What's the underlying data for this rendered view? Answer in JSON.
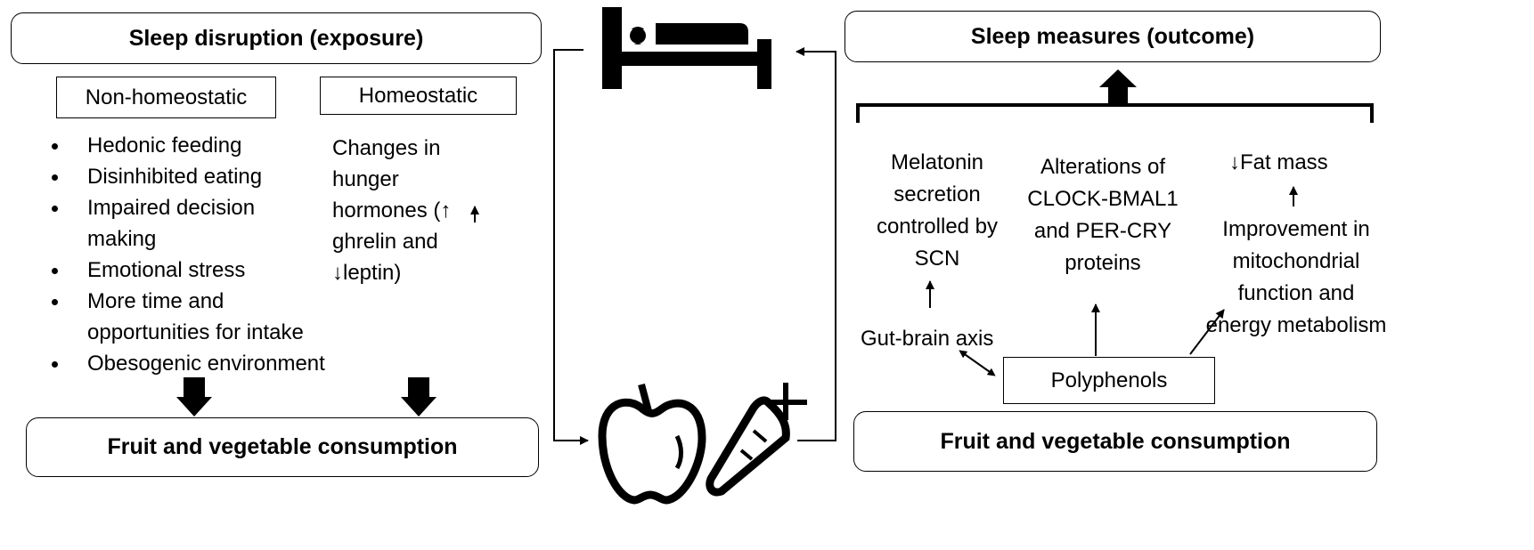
{
  "left": {
    "exposure_title": "Sleep disruption (exposure)",
    "non_homeostatic_label": "Non-homeostatic",
    "homeostatic_label": "Homeostatic",
    "non_homeostatic_items": [
      "Hedonic feeding",
      "Disinhibited eating",
      "Impaired decision making",
      "Emotional stress",
      "More time and opportunities for intake",
      "Obesogenic environment"
    ],
    "homeostatic_text": "Changes in hunger hormones (↑ ghrelin and ↓leptin)",
    "consumption_label": "Fruit and vegetable consumption"
  },
  "center": {
    "bed_icon": "bed-with-person-icon",
    "apple_icon": "apple-icon",
    "carrot_icon": "carrot-icon"
  },
  "right": {
    "outcome_title": "Sleep measures (outcome)",
    "melatonin_text": "Melatonin secretion controlled by SCN",
    "clock_text": "Alterations of CLOCK-BMAL1 and PER-CRY proteins",
    "fat_mass_text": "Fat mass",
    "mito_text": "Improvement in mitochondrial function and energy metabolism",
    "gut_brain_text": "Gut-brain axis",
    "polyphenols_label": "Polyphenols",
    "consumption_label": "Fruit and vegetable consumption"
  }
}
